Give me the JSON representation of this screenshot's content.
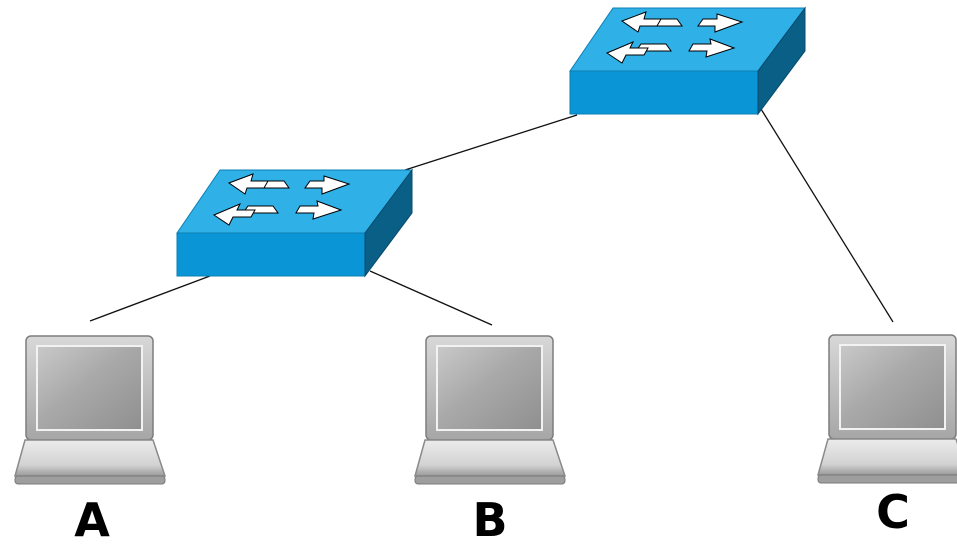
{
  "nodes": {
    "switches": [
      {
        "id": "switch-top",
        "kind": "network-switch"
      },
      {
        "id": "switch-left",
        "kind": "network-switch"
      }
    ],
    "laptops": [
      {
        "id": "laptop-a",
        "label": "A"
      },
      {
        "id": "laptop-b",
        "label": "B"
      },
      {
        "id": "laptop-c",
        "label": "C"
      }
    ]
  },
  "links": [
    {
      "from": "switch-left",
      "to": "switch-top"
    },
    {
      "from": "switch-top",
      "to": "laptop-c"
    },
    {
      "from": "switch-left",
      "to": "laptop-a"
    },
    {
      "from": "switch-left",
      "to": "laptop-b"
    }
  ],
  "colors": {
    "switch_top_face": "#2fb0e6",
    "switch_front": "#0a96d6",
    "switch_side": "#0a5f86",
    "laptop_body": "#b8b8b8",
    "link": "#111111"
  }
}
